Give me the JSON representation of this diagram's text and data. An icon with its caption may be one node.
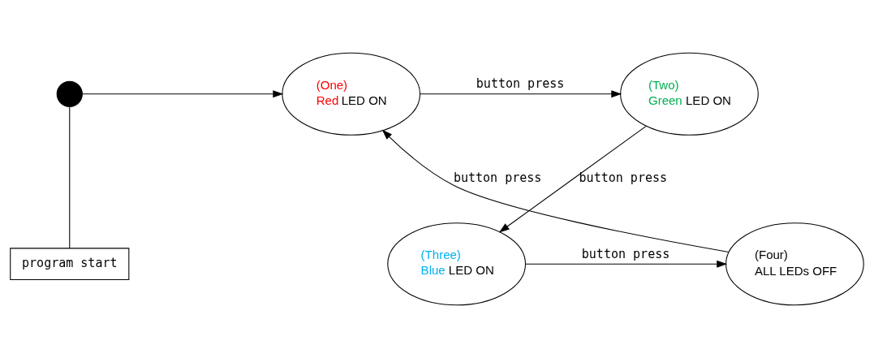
{
  "diagram": {
    "nodes": [
      {
        "text": [],
        "shape": "circle"
      },
      {
        "text": [
          "program start"
        ]
      },
      {
        "text": [
          "(One)",
          "Red LED ON"
        ]
      },
      {
        "text": [
          "(Two)",
          "Green LED ON"
        ]
      },
      {
        "text": [
          "(Three)",
          "Blue LED ON"
        ]
      },
      {
        "text": [
          "(Four)",
          "ALL LEDs OFF"
        ]
      }
    ],
    "edges": [
      {
        "from": 1,
        "to": 0,
        "arrow": "none"
      },
      {
        "from": 0,
        "to": 2,
        "arrow": "to"
      },
      {
        "from": 2,
        "to": 3,
        "arrow": "to",
        "label": "button press"
      },
      {
        "from": 3,
        "to": 4,
        "arrow": "to",
        "label": "button press"
      },
      {
        "from": 4,
        "to": 5,
        "arrow": "to",
        "label": "button press"
      },
      {
        "from": 5,
        "to": 2,
        "arrow": "to",
        "label": "button press"
      }
    ]
  }
}
